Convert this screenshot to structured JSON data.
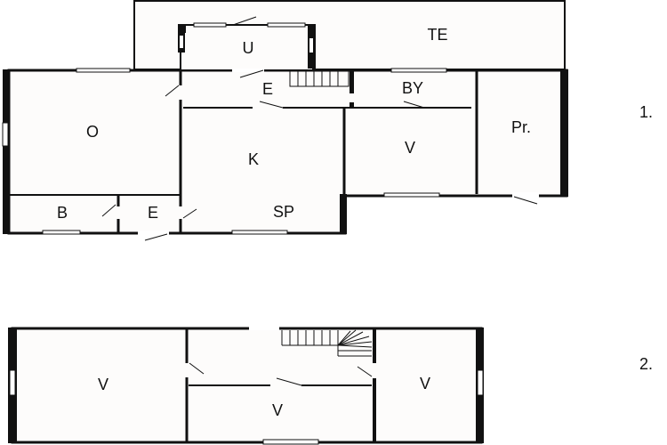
{
  "floors": [
    {
      "label": "1.",
      "rooms": [
        {
          "id": "TE",
          "label": "TE"
        },
        {
          "id": "U",
          "label": "U"
        },
        {
          "id": "E-hall",
          "label": "E"
        },
        {
          "id": "BY",
          "label": "BY"
        },
        {
          "id": "O",
          "label": "O"
        },
        {
          "id": "K",
          "label": "K"
        },
        {
          "id": "V",
          "label": "V"
        },
        {
          "id": "Pr",
          "label": "Pr."
        },
        {
          "id": "B",
          "label": "B"
        },
        {
          "id": "E-entry",
          "label": "E"
        },
        {
          "id": "SP",
          "label": "SP"
        }
      ]
    },
    {
      "label": "2.",
      "rooms": [
        {
          "id": "V-left",
          "label": "V"
        },
        {
          "id": "V-middle",
          "label": "V"
        },
        {
          "id": "V-right",
          "label": "V"
        }
      ]
    }
  ],
  "colors": {
    "wall": "#111111",
    "background": "#ffffff",
    "floor": "#fdfcfb"
  }
}
